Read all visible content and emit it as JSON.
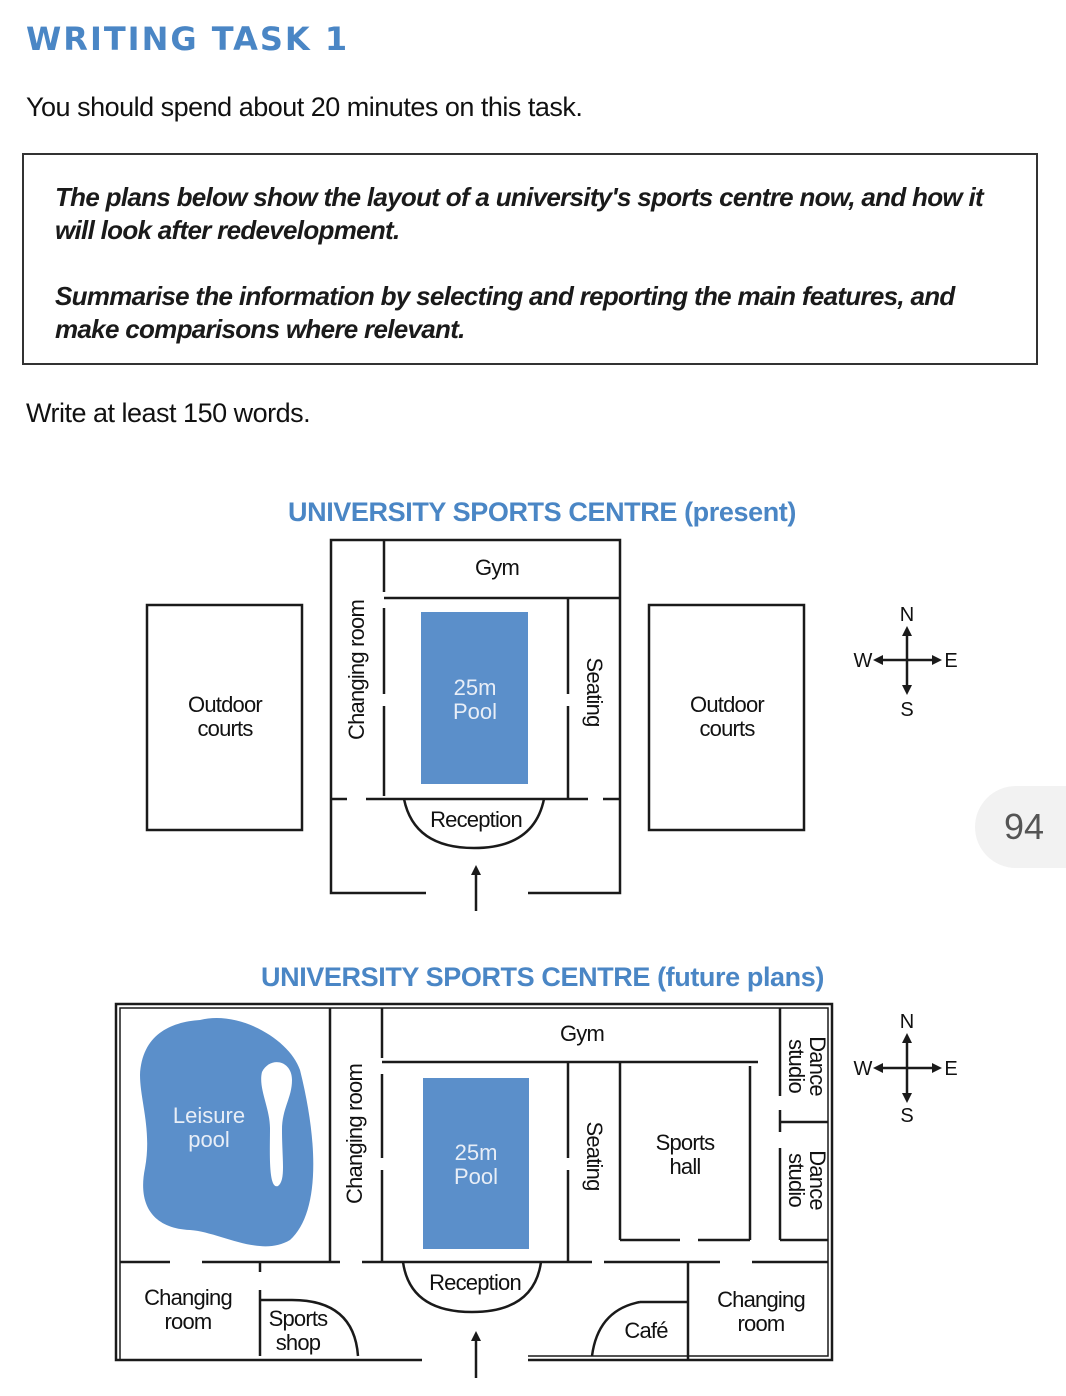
{
  "header": {
    "title": "WRITING TASK 1",
    "time_instruction": "You should spend about 20 minutes on this task.",
    "word_instruction": "Write at least 150 words.",
    "page_number": "94"
  },
  "task": {
    "line1": "The plans below show the layout of a university's sports centre now, and how it will look after redevelopment.",
    "line2": "Summarise the information by selecting and reporting the main features, and make comparisons where relevant."
  },
  "present": {
    "title": "UNIVERSITY SPORTS CENTRE (present)",
    "outdoor_west": [
      "Outdoor",
      "courts"
    ],
    "outdoor_east": [
      "Outdoor",
      "courts"
    ],
    "gym": "Gym",
    "changing_room": "Changing room",
    "pool": [
      "25m",
      "Pool"
    ],
    "seating": "Seating",
    "reception": "Reception"
  },
  "future": {
    "title": "UNIVERSITY SPORTS CENTRE (future plans)",
    "leisure_pool": [
      "Leisure",
      "pool"
    ],
    "changing_room_vertical": "Changing room",
    "gym": "Gym",
    "dance_studio_north": [
      "Dance",
      "studio"
    ],
    "dance_studio_south": [
      "Dance",
      "studio"
    ],
    "pool": [
      "25m",
      "Pool"
    ],
    "seating": "Seating",
    "sports_hall": [
      "Sports",
      "hall"
    ],
    "reception": "Reception",
    "changing_room_west": [
      "Changing",
      "room"
    ],
    "sports_shop": [
      "Sports",
      "shop"
    ],
    "cafe": "Café",
    "changing_room_east": [
      "Changing",
      "room"
    ]
  },
  "compass": {
    "n": "N",
    "s": "S",
    "e": "E",
    "w": "W"
  },
  "colors": {
    "accent": "#4a86c5",
    "pool": "#5b8fca",
    "line": "#1a1a1a"
  }
}
